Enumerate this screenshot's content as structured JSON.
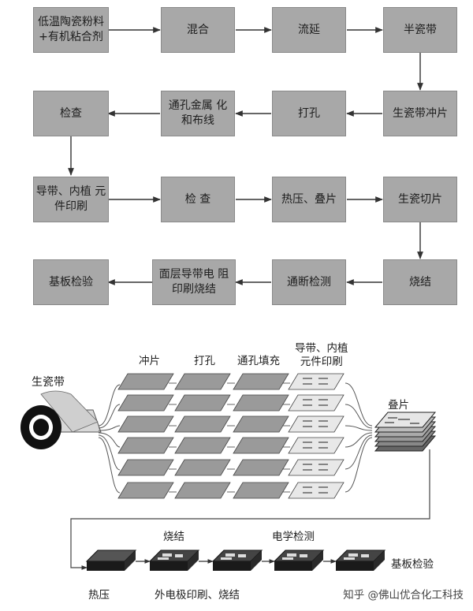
{
  "flow": {
    "r1": [
      "低温陶瓷粉料 +有机粘合剂",
      "混合",
      "流延",
      "半瓷带"
    ],
    "r2": [
      "检查",
      "通孔金属 化和布线",
      "打孔",
      "生瓷带冲片"
    ],
    "r3": [
      "导带、内植 元件印刷",
      "检 查",
      "热压、叠片",
      "生瓷切片"
    ],
    "r4": [
      "基板检验",
      "面层导带电 阻印刷烧结",
      "通断检测",
      "烧结"
    ]
  },
  "process": {
    "green_tape": "生瓷带",
    "blanking": "冲片",
    "punching": "打孔",
    "via_fill": "通孔填充",
    "printing": "导带、内植\n元件印刷",
    "stacking": "叠片",
    "firing": "烧结",
    "electrical_test": "电学检测",
    "lamination": "热压",
    "outer_print": "外电极印刷、烧结",
    "substrate_inspection": "基板检验"
  },
  "watermark": "知乎 @佛山优合化工科技"
}
